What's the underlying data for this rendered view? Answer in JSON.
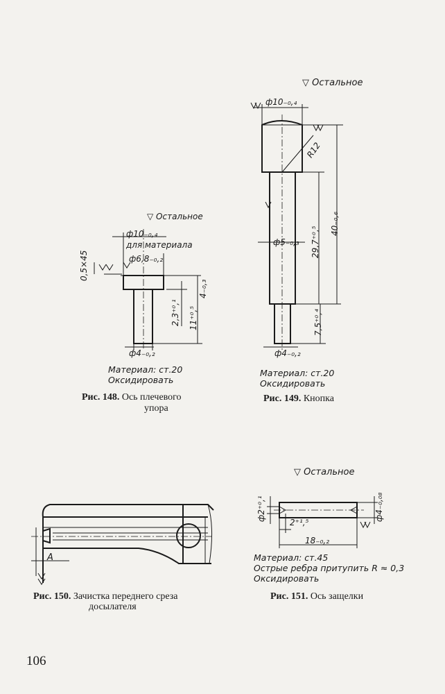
{
  "page_number": "106",
  "fig148": {
    "finish": "▽ Остальное",
    "d1": "ф10₋₀,₄",
    "d1_note": "для материала",
    "d2": "ф6,8₋₀,₂",
    "d_chamfer": "0,5×45",
    "d_23": "2,3⁺⁰,¹",
    "d_4": "4₋₀,₃",
    "d_11": "11⁺⁰,⁵",
    "d_pin": "ф4₋₀,₂",
    "material": "Материал: ст.20",
    "process": "Оксидировать",
    "caption_num": "Рис. 148.",
    "caption_text": "Ось плечевого",
    "caption_text2": "упора"
  },
  "fig149": {
    "finish": "▽ Остальное",
    "d_head": "ф10₋₀,₄",
    "radius": "R12",
    "d_shaft": "ф5₋₀,₃",
    "len_297": "29,7⁺⁰,⁵",
    "len_40": "40₋₀,₆",
    "len_75": "7,5⁺⁰,⁴",
    "d_tip": "ф4₋₀,₂",
    "material": "Материал: ст.20",
    "process": "Оксидировать",
    "caption_num": "Рис. 149.",
    "caption_text": "Кнопка"
  },
  "fig150": {
    "label_a": "А",
    "caption_num": "Рис. 150.",
    "caption_text": "Зачистка переднего среза",
    "caption_text2": "досылателя"
  },
  "fig151": {
    "finish": "▽ Остальное",
    "d_left": "ф2⁺⁰,¹",
    "d_right": "ф4₋₀,₀₈",
    "len_2": "2⁺¹,⁵",
    "len_18": "18₋₀,₂",
    "material": "Материал: ст.45",
    "note": "Острые ребра притупить R ≈ 0,3",
    "process": "Оксидировать",
    "caption_num": "Рис. 151.",
    "caption_text": "Ось защелки"
  }
}
